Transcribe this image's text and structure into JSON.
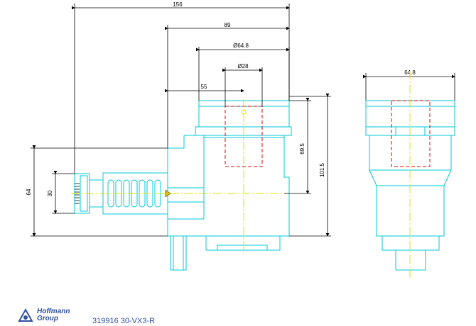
{
  "dimensions": {
    "overall_width": "156",
    "width_89": "89",
    "dia_outer": "Ø64.8",
    "dia_inner": "Ø28",
    "offset_55": "55",
    "height_69_5": "69.5",
    "height_101_5": "101.5",
    "height_64": "64",
    "height_30": "30",
    "side_width": "64.8"
  },
  "colors": {
    "outline": "#00c8d8",
    "dimension": "#000000",
    "hidden_lines": "#e00000",
    "center_lines": "#e0e000",
    "brand": "#3050a0"
  },
  "footer": {
    "logo_line1": "Hoffmann",
    "logo_line2": "Group",
    "part_number": "319916 30-VX3-R"
  }
}
